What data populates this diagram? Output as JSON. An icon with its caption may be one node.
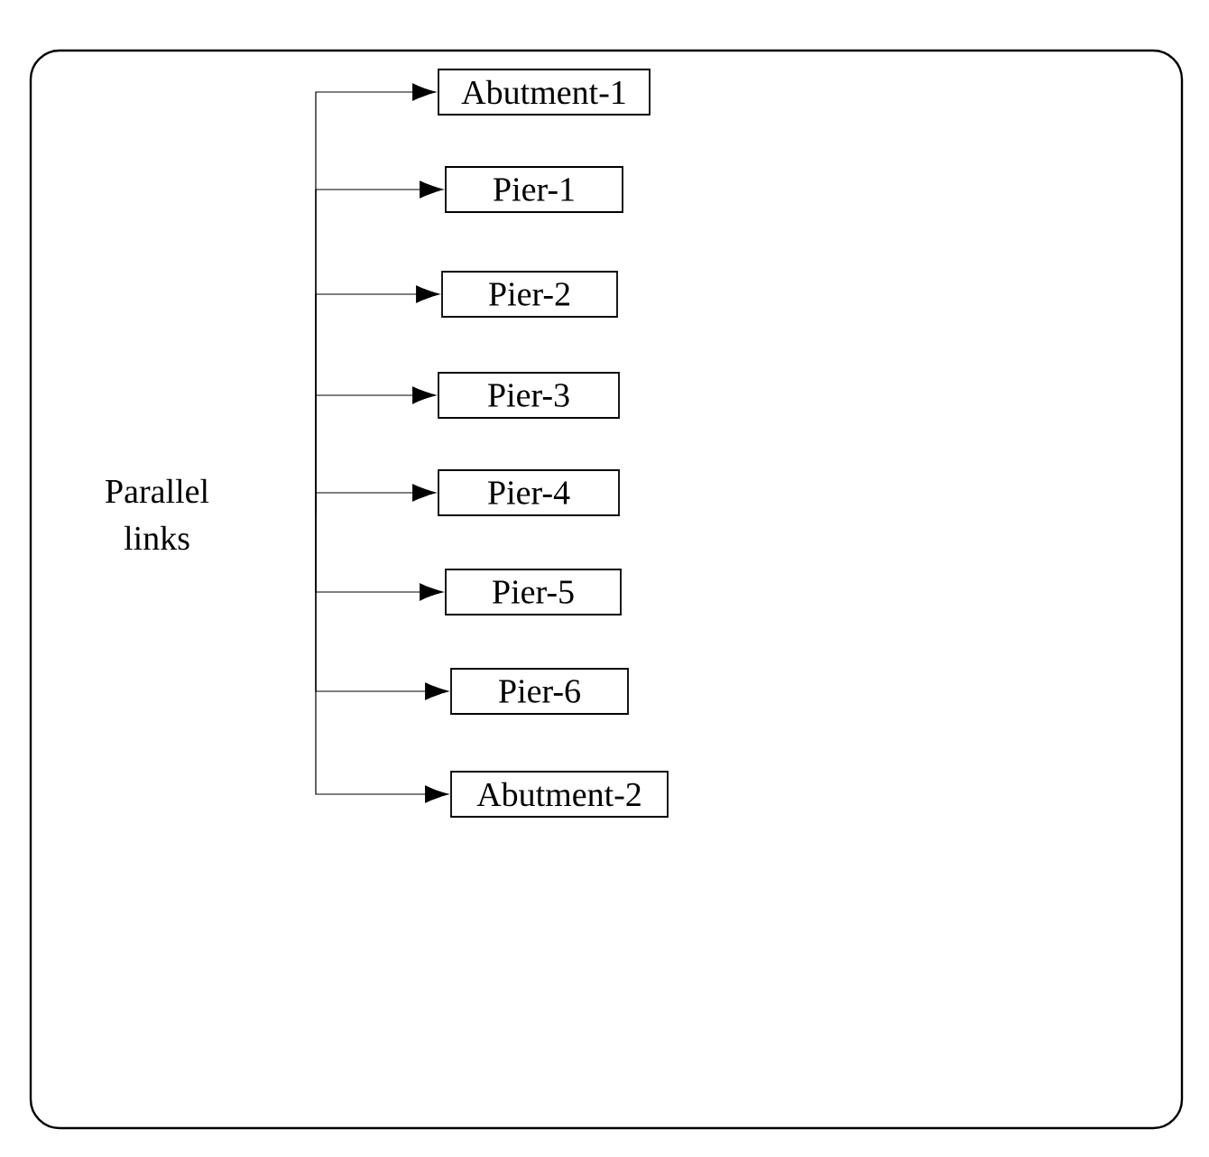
{
  "diagram": {
    "nodes": [
      {
        "text": [
          "Parallel links"
        ]
      },
      {
        "text": [
          "Abutment-1"
        ]
      },
      {
        "text": [
          "Pier-1"
        ]
      },
      {
        "text": [
          "Pier-2"
        ]
      },
      {
        "text": [
          "Pier-3"
        ]
      },
      {
        "text": [
          "Pier-4"
        ]
      },
      {
        "text": [
          "Pier-5"
        ]
      },
      {
        "text": [
          "Pier-6"
        ]
      },
      {
        "text": [
          "Abutment-2"
        ]
      }
    ],
    "edges": [
      {
        "from": 0,
        "to": 1,
        "arrow": "to"
      },
      {
        "from": 0,
        "to": 2,
        "arrow": "to"
      },
      {
        "from": 0,
        "to": 3,
        "arrow": "to"
      },
      {
        "from": 0,
        "to": 4,
        "arrow": "to"
      },
      {
        "from": 0,
        "to": 5,
        "arrow": "to"
      },
      {
        "from": 0,
        "to": 6,
        "arrow": "to"
      },
      {
        "from": 0,
        "to": 7,
        "arrow": "to"
      },
      {
        "from": 0,
        "to": 8,
        "arrow": "to"
      }
    ]
  }
}
